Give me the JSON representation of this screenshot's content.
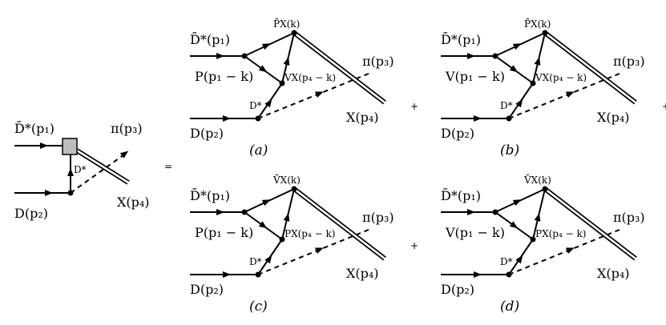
{
  "lhs": {
    "in_top": "D̄*(p₁)",
    "in_bottom": "D(p₂)",
    "internal": "D*",
    "out_pi": "π(p₃)",
    "out_x": "X(p₄)"
  },
  "equals": "=",
  "plus": "+",
  "diagrams": [
    {
      "caption": "(a)",
      "in_top": "D̄*(p₁)",
      "in_bottom": "D(p₂)",
      "top_prop": "P̄X(k)",
      "left_prop": "P(p₁ − k)",
      "right_prop": "VX(p₄ − k)",
      "bottom_prop": "D*",
      "out_pi": "π(p₃)",
      "out_x": "X(p₄)"
    },
    {
      "caption": "(b)",
      "in_top": "D̄*(p₁)",
      "in_bottom": "D(p₂)",
      "top_prop": "P̄X(k)",
      "left_prop": "V(p₁ − k)",
      "right_prop": "VX(p₄ − k)",
      "bottom_prop": "D*",
      "out_pi": "π(p₃)",
      "out_x": "X(p₄)"
    },
    {
      "caption": "(c)",
      "in_top": "D̄*(p₁)",
      "in_bottom": "D(p₂)",
      "top_prop": "V̄X(k)",
      "left_prop": "P(p₁ − k)",
      "right_prop": "PX(p₄ − k)",
      "bottom_prop": "D*",
      "out_pi": "π(p₃)",
      "out_x": "X(p₄)"
    },
    {
      "caption": "(d)",
      "in_top": "D̄*(p₁)",
      "in_bottom": "D(p₂)",
      "top_prop": "V̄X(k)",
      "left_prop": "V(p₁ − k)",
      "right_prop": "PX(p₄ − k)",
      "bottom_prop": "D*",
      "out_pi": "π(p₃)",
      "out_x": "X(p₄)"
    }
  ]
}
